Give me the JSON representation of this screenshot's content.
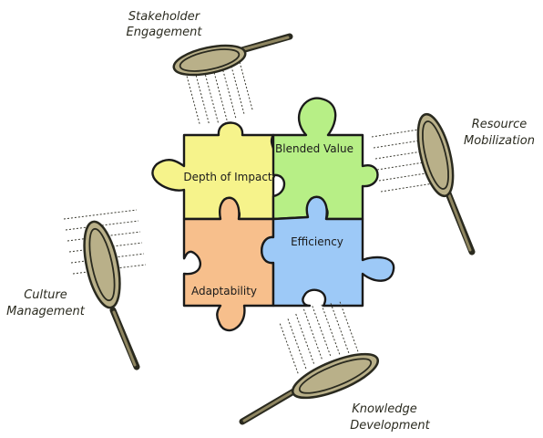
{
  "puzzle": {
    "pieces": [
      {
        "id": "depth",
        "label": "Depth of Impact",
        "color": "#f6f38b"
      },
      {
        "id": "blended",
        "label": "Blended Value",
        "color": "#b7ef86"
      },
      {
        "id": "adaptability",
        "label": "Adaptability",
        "color": "#f7bf8c"
      },
      {
        "id": "efficiency",
        "label": "Efficiency",
        "color": "#9dc9f7"
      }
    ]
  },
  "lenses": {
    "stakeholder": {
      "line1": "Stakeholder",
      "line2": "Engagement"
    },
    "resource": {
      "line1": "Resource",
      "line2": "Mobilization"
    },
    "culture": {
      "line1": "Culture",
      "line2": "Management"
    },
    "knowledge": {
      "line1": "Knowledge",
      "line2": "Development"
    }
  },
  "colors": {
    "glass": "#b9b089",
    "outline": "#2a2a1f"
  }
}
